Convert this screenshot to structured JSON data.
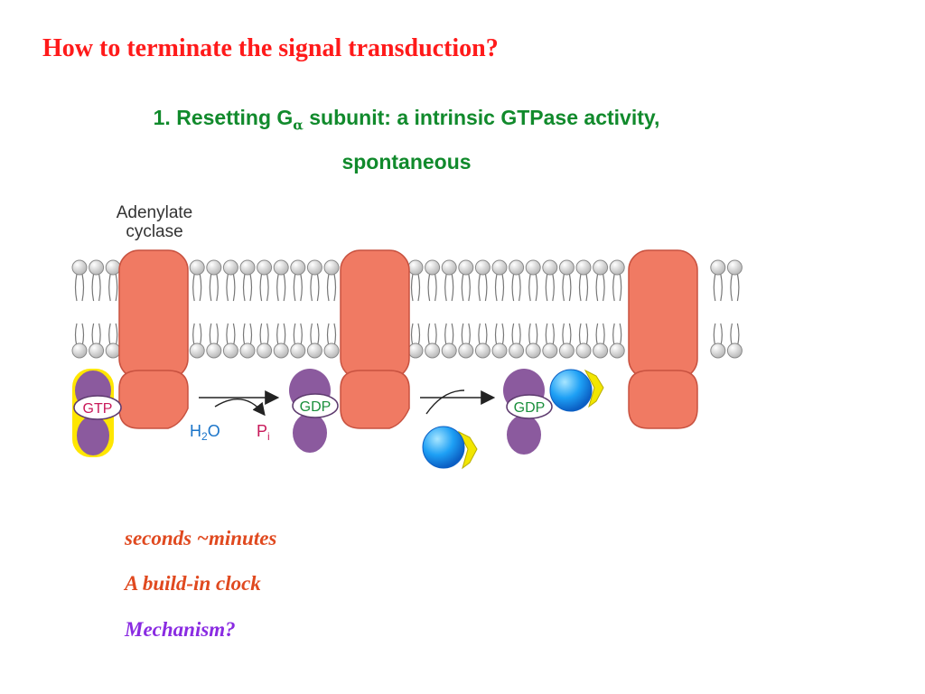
{
  "slide": {
    "title": "How to terminate the signal transduction?",
    "subtitle": {
      "line1_prefix": "1. Resetting G",
      "greek": "α",
      "line1_suffix": " subunit: a intrinsic GTPase activity,",
      "line2": "spontaneous"
    }
  },
  "diagram": {
    "adenylate_label_1": "Adenylate",
    "adenylate_label_2": "cyclase",
    "gtp_label": "GTP",
    "gdp_label_1": "GDP",
    "gdp_label_2": "GDP",
    "water_h": "H",
    "water_sub": "2",
    "water_o": "O",
    "phosphate_p": "P",
    "phosphate_sub": "i"
  },
  "notes": {
    "line1": "seconds ~minutes",
    "line2": "A build-in clock",
    "line3": "Mechanism?"
  },
  "colors": {
    "title": "#ff1a1a",
    "subtitle": "#118a2c",
    "note_orange": "#e0491f",
    "note_purple": "#8a2be2",
    "cyclase": "#f07a63",
    "g_alpha": "#8b5a9e",
    "gtp_glow": "#ffe600",
    "beta_gamma_blue": "#1e90ff",
    "beta_gamma_yellow": "#f2e600",
    "gdp_text": "#1a8f3c",
    "gtp_text": "#c8195a",
    "water": "#1a74c9",
    "phosphate": "#c8195a"
  }
}
